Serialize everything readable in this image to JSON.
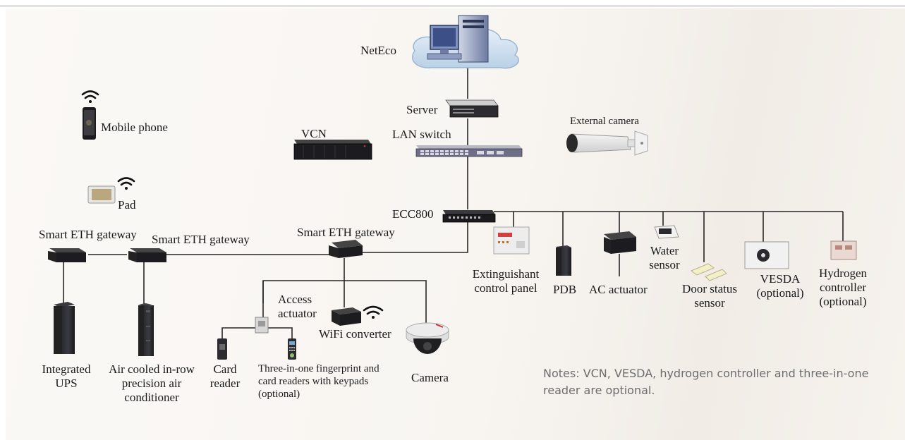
{
  "labels": {
    "neteco": "NetEco",
    "server": "Server",
    "lan_switch": "LAN switch",
    "vcn": "VCN",
    "external_camera": "External camera",
    "mobile_phone": "Mobile phone",
    "pad": "Pad",
    "ecc800": "ECC800",
    "gateway_1": "Smart ETH gateway",
    "gateway_2": "Smart ETH gateway",
    "gateway_3": "Smart ETH gateway",
    "ups": [
      "Integrated",
      "UPS"
    ],
    "air_conditioner": [
      "Air cooled in-row",
      "precision air",
      "conditioner"
    ],
    "access_actuator": [
      "Access",
      "actuator"
    ],
    "wifi_converter": "WiFi converter",
    "card_reader": [
      "Card",
      "reader"
    ],
    "three_in_one": [
      "Three-in-one fingerprint and",
      "card readers with keypads",
      "(optional)"
    ],
    "camera": "Camera",
    "extinguishant": [
      "Extinguishant",
      "control panel"
    ],
    "pdb": "PDB",
    "ac_actuator": "AC actuator",
    "water_sensor": [
      "Water",
      "sensor"
    ],
    "door_sensor": [
      "Door status",
      "sensor"
    ],
    "vesda": [
      "VESDA",
      "(optional)"
    ],
    "hydrogen": [
      "Hydrogen",
      "controller",
      "(optional)"
    ]
  },
  "notes": "Notes: VCN, VESDA, hydrogen controller and three-in-one reader are optional.",
  "colors": {
    "line": "#262626",
    "device_dark": "#1e1e24",
    "cloud": "#c7dcee",
    "wifi": "#111111"
  }
}
